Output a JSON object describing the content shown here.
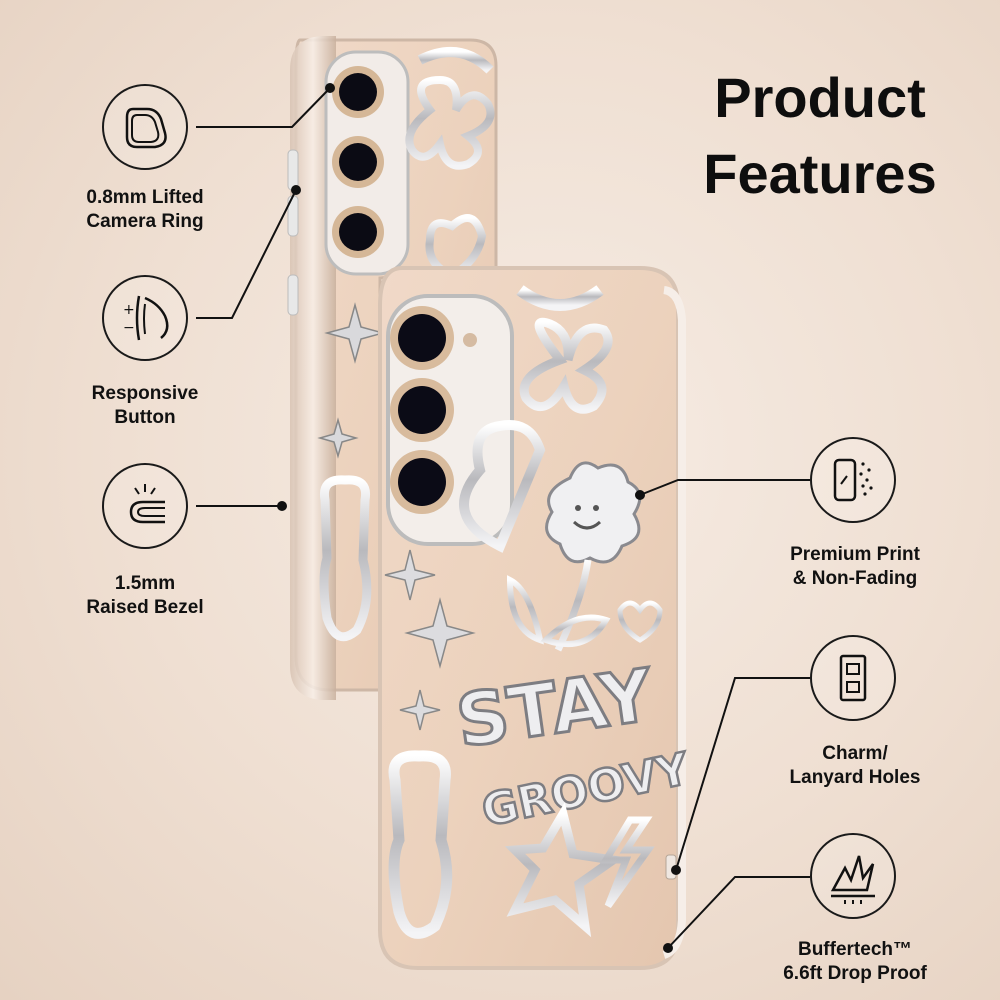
{
  "title": {
    "line1": "Product",
    "line2": "Features"
  },
  "features": [
    {
      "icon": "camera-ring-icon",
      "line1": "0.8mm Lifted",
      "line2": "Camera Ring"
    },
    {
      "icon": "button-press-icon",
      "line1": "Responsive",
      "line2": "Button"
    },
    {
      "icon": "raised-bezel-icon",
      "line1": "1.5mm",
      "line2": "Raised Bezel"
    },
    {
      "icon": "print-quality-icon",
      "line1": "Premium Print",
      "line2": "& Non-Fading"
    },
    {
      "icon": "lanyard-holes-icon",
      "line1": "Charm/",
      "line2": "Lanyard Holes"
    },
    {
      "icon": "shock-impact-icon",
      "line1": "Buffertech™",
      "line2": "6.6ft Drop Proof"
    }
  ],
  "case_print": {
    "line1": "STAY",
    "line2": "GROOVY"
  },
  "colors": {
    "text": "#111111",
    "background": "#f1e4d8",
    "chrome": "#c9c9cc"
  }
}
